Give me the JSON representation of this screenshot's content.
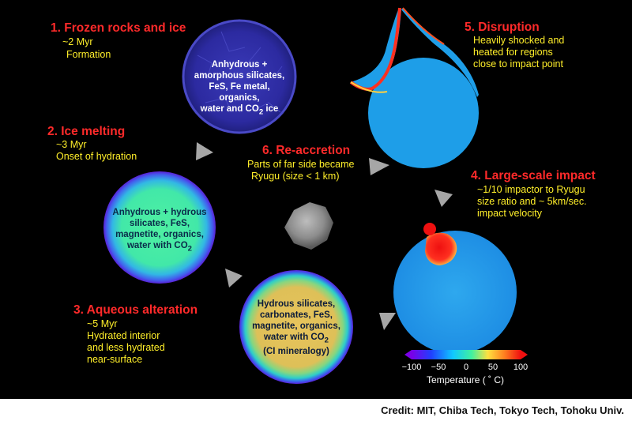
{
  "steps": {
    "s1": {
      "title": "1. Frozen rocks and ice",
      "line1": "~2 Myr",
      "line2": "Formation"
    },
    "s2": {
      "title": "2. Ice melting",
      "line1": "~3 Myr",
      "line2": "Onset of hydration"
    },
    "s3": {
      "title": "3. Aqueous alteration",
      "line1": "~5 Myr",
      "line2": "Hydrated interior",
      "line3": "and less hydrated",
      "line4": "near-surface"
    },
    "s4": {
      "title": "4. Large-scale impact",
      "line1": "~1/10 impactor to Ryugu",
      "line2": "size ratio and ~ 5km/sec.",
      "line3": "impact velocity"
    },
    "s5": {
      "title": "5. Disruption",
      "line1": "Heavily shocked and",
      "line2": "heated for regions",
      "line3": "close to impact point"
    },
    "s6": {
      "title": "6. Re-accretion",
      "line1": "Parts of far side became",
      "line2": "Ryugu (size < 1 km)"
    }
  },
  "circles": {
    "c1": {
      "line1": "Anhydrous +",
      "line2": "amorphous silicates,",
      "line3": "FeS, Fe metal, organics,",
      "line4": "water and CO",
      "sub": "2",
      "tail": " ice"
    },
    "c2": {
      "line1": "Anhydrous + hydrous",
      "line2": "silicates, FeS,",
      "line3": "magnetite, organics,",
      "line4": "water with CO",
      "sub": "2"
    },
    "c3": {
      "line1": "Hydrous silicates,",
      "line2": "carbonates, FeS,",
      "line3": "magnetite, organics,",
      "line4": "water with CO",
      "sub": "2",
      "line5": "(CI mineralogy)"
    }
  },
  "colorbar": {
    "ticks": [
      "−100",
      "−50",
      "0",
      "50",
      "100"
    ],
    "label": "Temperature ( ˚ C)"
  },
  "credit": "Credit: MIT, Chiba Tech, Tokyo Tech, Tohoku Univ."
}
